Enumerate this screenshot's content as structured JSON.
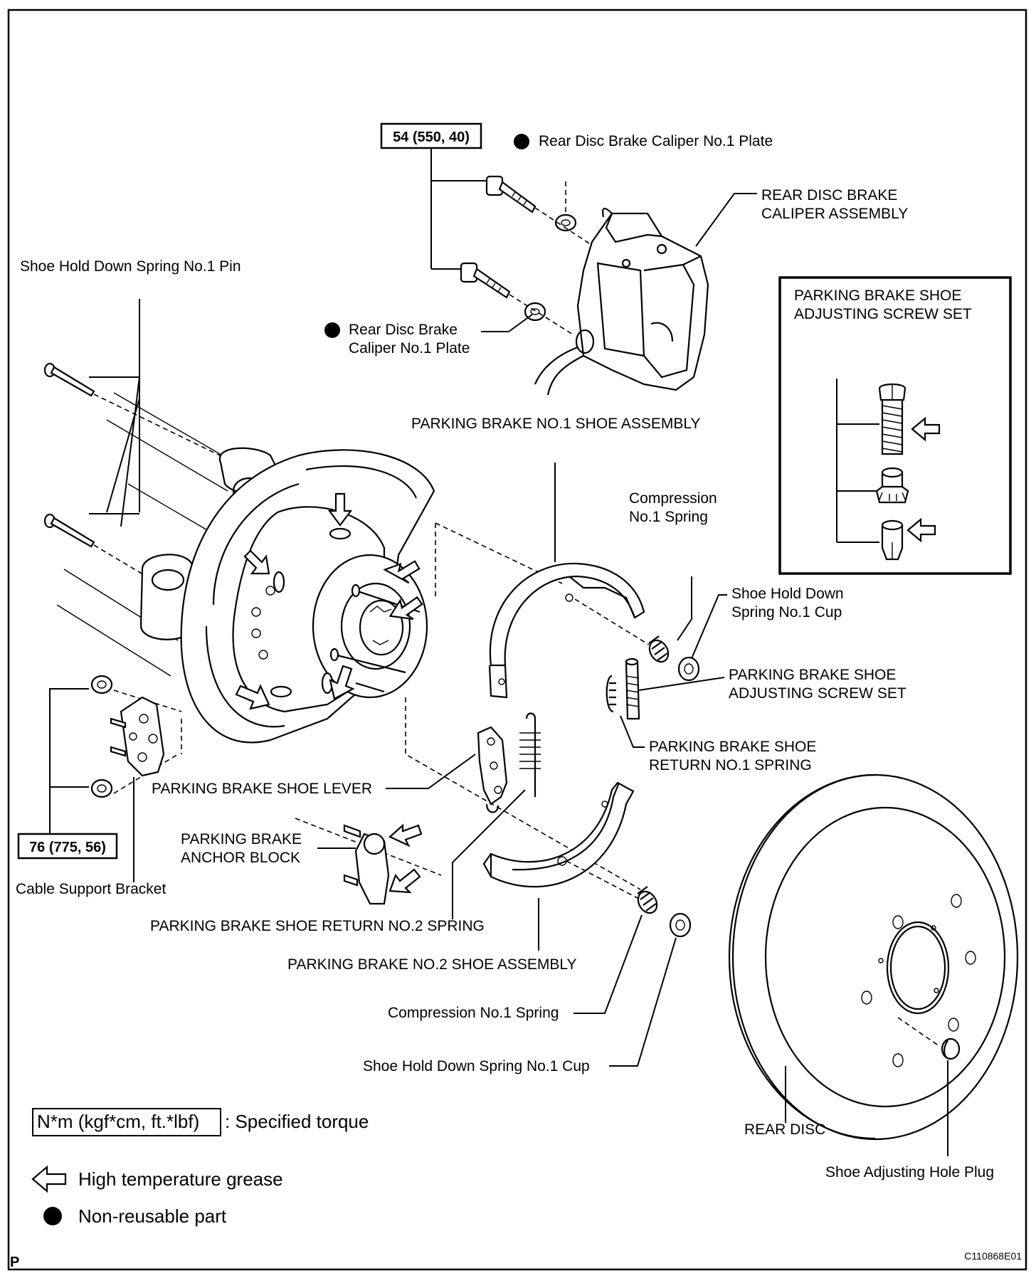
{
  "torque": {
    "caliper": "54 (550, 40)",
    "bracket": "76 (775, 56)"
  },
  "labels": {
    "caliper_plate_top": "Rear Disc Brake Caliper No.1 Plate",
    "caliper_assembly_1": "REAR DISC BRAKE",
    "caliper_assembly_2": "CALIPER ASSEMBLY",
    "hold_pin": "Shoe Hold Down Spring No.1 Pin",
    "caliper_plate_left_1": "Rear Disc Brake",
    "caliper_plate_left_2": "Caliper No.1 Plate",
    "inset_title_1": "PARKING BRAKE SHOE",
    "inset_title_2": "ADJUSTING SCREW SET",
    "no1_shoe": "PARKING BRAKE NO.1 SHOE ASSEMBLY",
    "comp_spring_top_1": "Compression",
    "comp_spring_top_2": "No.1 Spring",
    "hold_cup_top_1": "Shoe Hold Down",
    "hold_cup_top_2": "Spring No.1 Cup",
    "adj_screw_1": "PARKING BRAKE SHOE",
    "adj_screw_2": "ADJUSTING SCREW SET",
    "return_no1_1": "PARKING BRAKE SHOE",
    "return_no1_2": "RETURN NO.1 SPRING",
    "shoe_lever": "PARKING BRAKE SHOE LEVER",
    "anchor_1": "PARKING BRAKE",
    "anchor_2": "ANCHOR BLOCK",
    "cable_bracket": "Cable Support Bracket",
    "return_no2": "PARKING BRAKE SHOE RETURN NO.2 SPRING",
    "no2_shoe": "PARKING BRAKE NO.2 SHOE ASSEMBLY",
    "comp_spring_bottom": "Compression No.1 Spring",
    "hold_cup_bottom": "Shoe Hold Down Spring No.1 Cup",
    "rear_disc": "REAR DISC",
    "hole_plug": "Shoe Adjusting Hole Plug"
  },
  "legend": {
    "torque_unit": "N*m (kgf*cm, ft.*lbf)",
    "torque_desc": ": Specified torque",
    "grease": "High temperature grease",
    "nonreusable": "Non-reusable part"
  },
  "footer": {
    "corner": "P",
    "code": "C110868E01"
  }
}
